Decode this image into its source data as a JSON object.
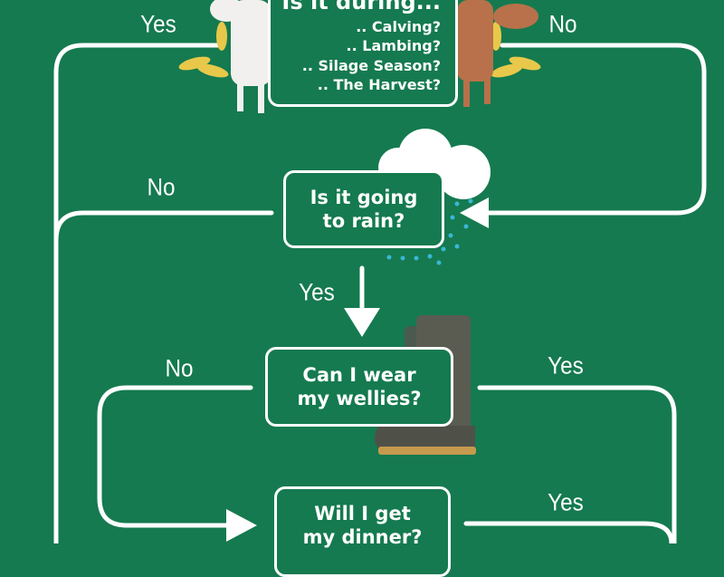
{
  "colors": {
    "background": "#157a4f",
    "line": "#ffffff",
    "rain": "#3ab7d6"
  },
  "questions": [
    {
      "id": "during",
      "title": "Is it during...",
      "lines": [
        ".. Calving?",
        ".. Lambing?",
        ".. Silage Season?",
        ".. The Harvest?"
      ]
    },
    {
      "id": "rain",
      "lines": [
        "Is it going",
        "to rain?"
      ]
    },
    {
      "id": "wellies",
      "lines": [
        "Can I wear",
        "my wellies?"
      ]
    },
    {
      "id": "dinner",
      "lines": [
        "Will I get",
        "my dinner?"
      ]
    }
  ],
  "labels": {
    "during_yes": "Yes",
    "during_no": "No",
    "rain_no": "No",
    "rain_yes": "Yes",
    "wellies_no": "No",
    "wellies_yes": "Yes",
    "dinner_yes": "Yes"
  },
  "icons": [
    "sheep-icon",
    "calf-icon",
    "wheat-icon",
    "rain-cloud-icon",
    "wellington-boot-icon"
  ]
}
